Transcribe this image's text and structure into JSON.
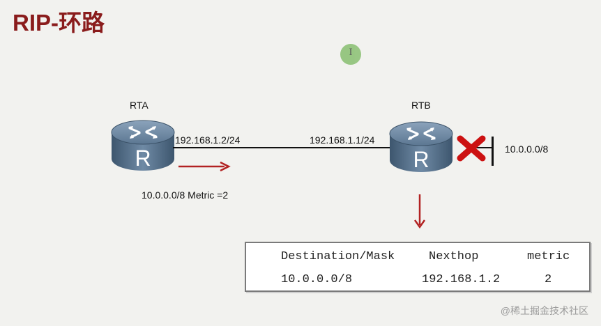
{
  "title": "RIP-环路",
  "cursor_glyph": "I",
  "routers": [
    {
      "name": "RTA",
      "glyph": "R",
      "interface_ip": "192.168.1.2/24"
    },
    {
      "name": "RTB",
      "glyph": "R",
      "interface_ip": "192.168.1.1/24"
    }
  ],
  "failed_network": "10.0.0.0/8",
  "advertisement": "10.0.0.0/8 Metric =2",
  "routing_table": {
    "headers": [
      "Destination/Mask",
      "Nexthop",
      "metric"
    ],
    "rows": [
      [
        "10.0.0.0/8",
        "192.168.1.2",
        "2"
      ]
    ]
  },
  "watermark": "@稀土掘金技术社区",
  "colors": {
    "title": "#8a1c1c",
    "arrow": "#b22222",
    "fail_x": "#cc1111",
    "router_body": "#4f6b86"
  },
  "icons": [
    "router-icon",
    "failure-x-icon",
    "right-arrow-icon",
    "down-arrow-icon"
  ]
}
